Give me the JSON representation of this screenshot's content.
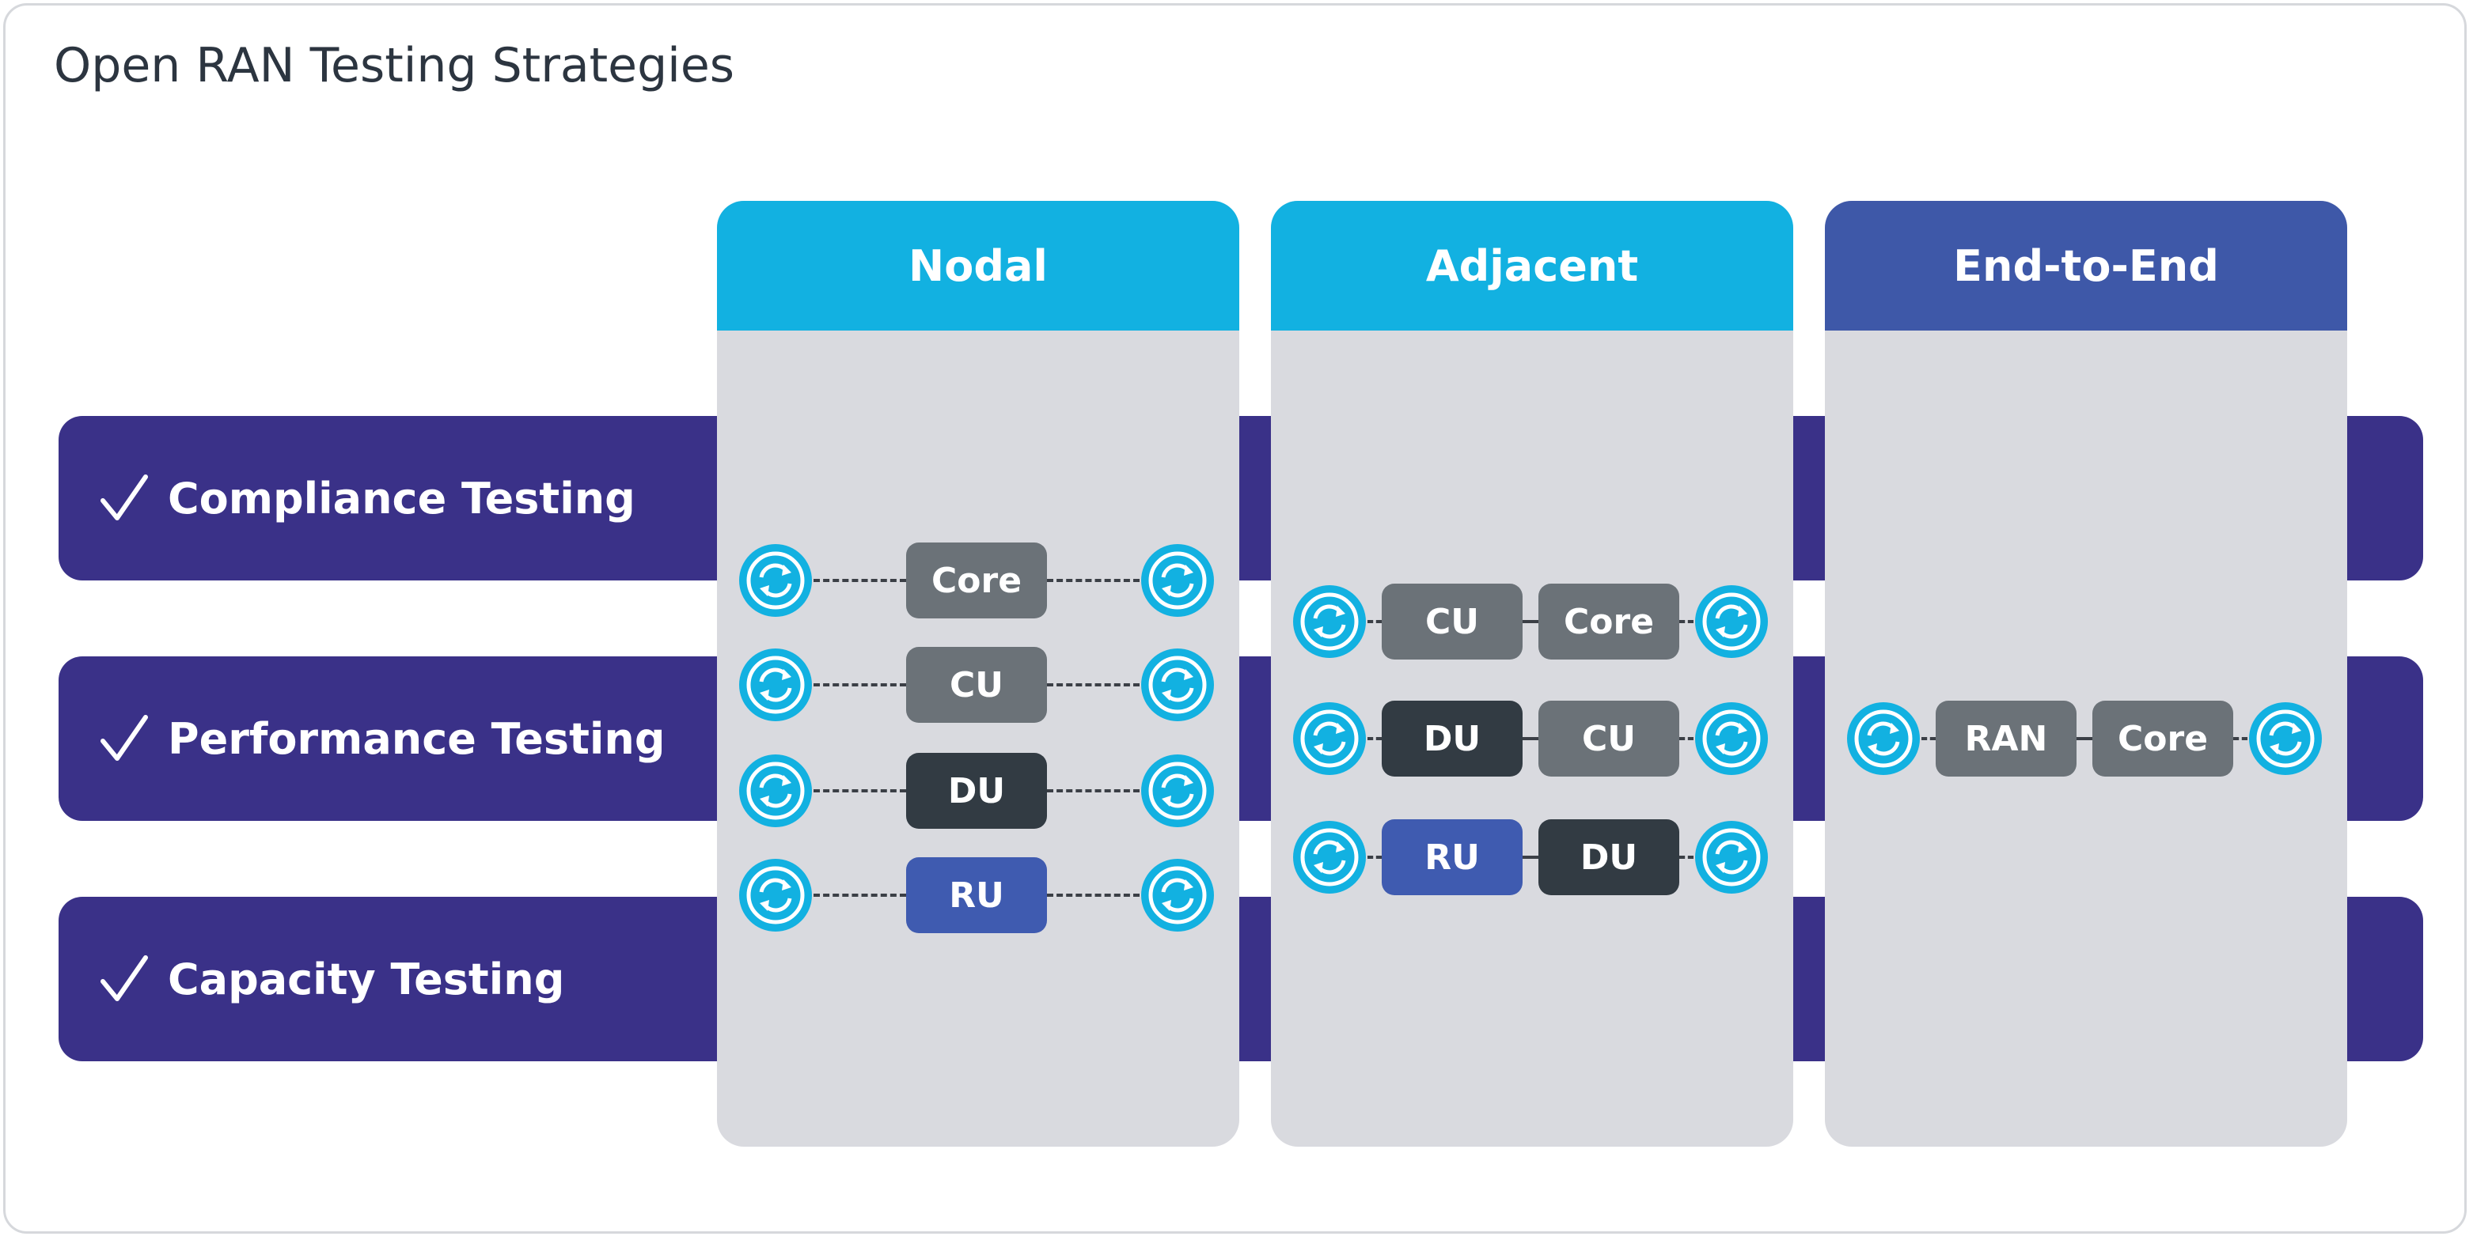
{
  "title": "Open RAN Testing Strategies",
  "colors": {
    "row_band": "#3a3188",
    "column_body": "#d9dadf",
    "head_cyan": "#12b1e1",
    "head_blue": "#3e58a8",
    "port_cyan": "#12b1e1",
    "node_gray": "#6b7278",
    "node_dark": "#323b43",
    "node_blue": "#3f5bb0"
  },
  "rows": [
    {
      "label": "Compliance Testing",
      "icon": "check-icon"
    },
    {
      "label": "Performance Testing",
      "icon": "check-icon"
    },
    {
      "label": "Capacity Testing",
      "icon": "check-icon"
    }
  ],
  "columns": [
    {
      "header": "Nodal",
      "chains": [
        {
          "nodes": [
            "Core"
          ]
        },
        {
          "nodes": [
            "CU"
          ]
        },
        {
          "nodes": [
            "DU"
          ]
        },
        {
          "nodes": [
            "RU"
          ]
        }
      ]
    },
    {
      "header": "Adjacent",
      "chains": [
        {
          "nodes": [
            "CU",
            "Core"
          ]
        },
        {
          "nodes": [
            "DU",
            "CU"
          ]
        },
        {
          "nodes": [
            "RU",
            "DU"
          ]
        }
      ]
    },
    {
      "header": "End-to-End",
      "chains": [
        {
          "nodes": [
            "RAN",
            "Core"
          ]
        }
      ]
    }
  ]
}
